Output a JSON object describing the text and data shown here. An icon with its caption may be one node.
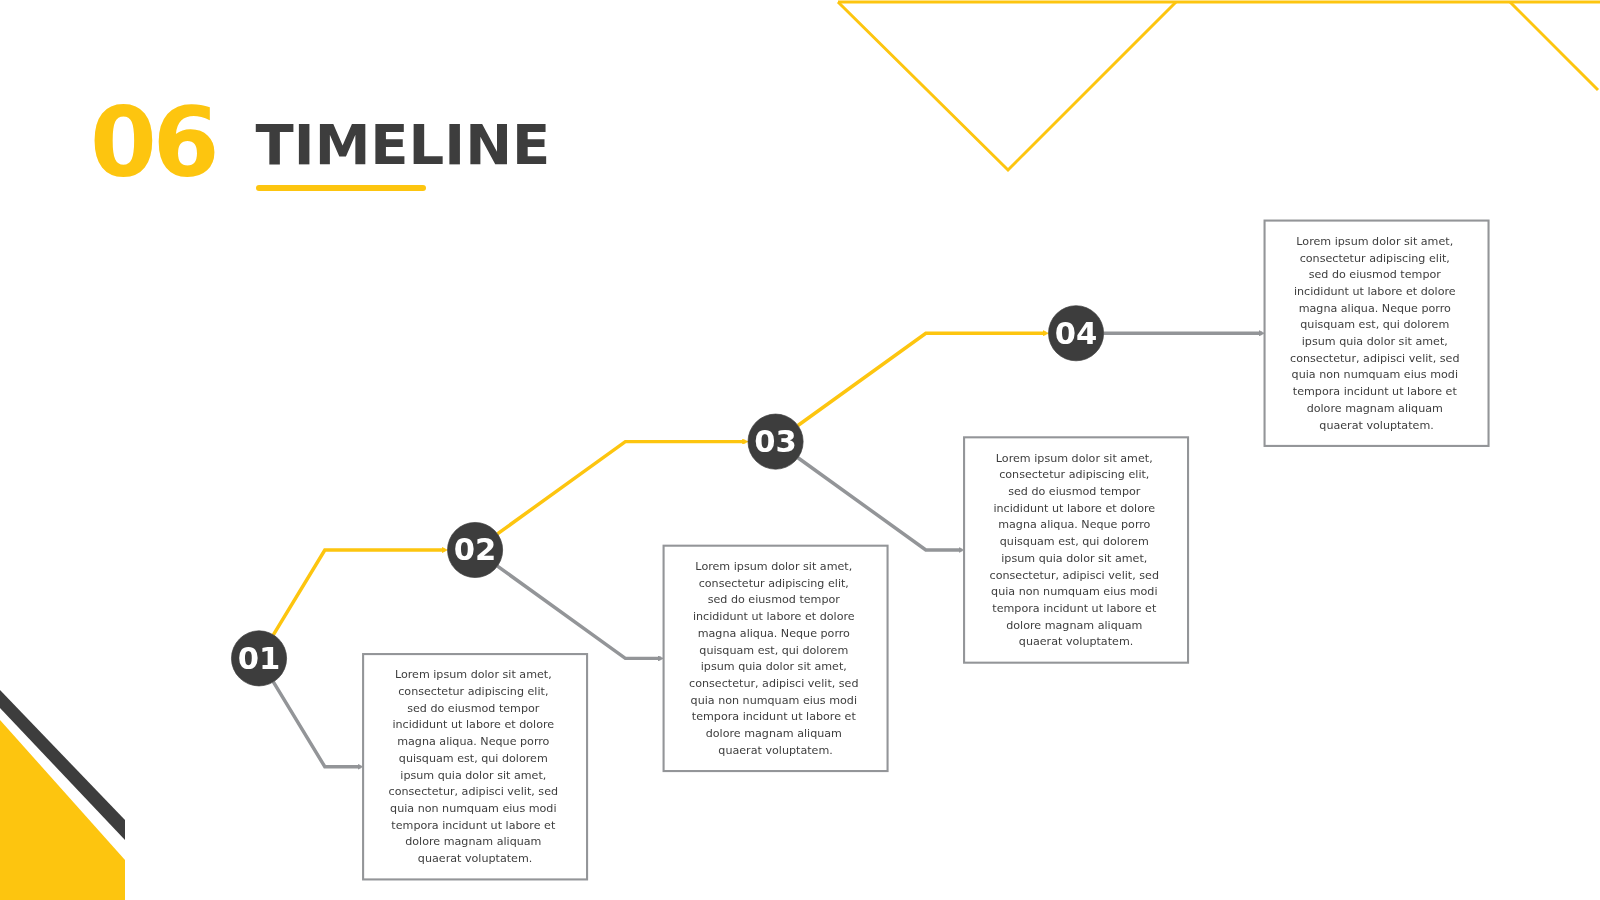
{
  "diagram": {
    "title": "TIMELINE",
    "nodes": [
      {
        "text": [
          "01"
        ]
      },
      {
        "text": [
          "02"
        ]
      },
      {
        "text": [
          "03"
        ]
      },
      {
        "text": [
          "04"
        ]
      },
      {
        "text": [
          "Lorem ipsum dolor sit amet, consectetur adipiscing elit, sed do eiusmod tempor incididunt ut labore et dolore magna aliqua. Neque porro quisquam est, qui dolorem ipsum quia dolor sit amet, consectetur, adipisci velit, sed quia non numquam eius modi tempora incidunt ut labore et dolore magnam aliquam quaerat voluptatem."
        ]
      },
      {
        "text": [
          "Lorem ipsum dolor sit amet, consectetur adipiscing elit, sed do eiusmod tempor incididunt ut labore et dolore magna aliqua. Neque porro quisquam est, qui dolorem ipsum quia dolor sit amet, consectetur, adipisci velit, sed quia non numquam eius modi tempora incidunt ut labore et dolore magnam aliquam quaerat voluptatem."
        ]
      },
      {
        "text": [
          "Lorem ipsum dolor sit amet, consectetur adipiscing elit, sed do eiusmod tempor incididunt ut labore et dolore magna aliqua. Neque porro quisquam est, qui dolorem ipsum quia dolor sit amet, consectetur, adipisci velit, sed quia non numquam eius modi tempora incidunt ut labore et dolore magnam aliquam quaerat voluptatem."
        ]
      },
      {
        "text": [
          "Lorem ipsum dolor sit amet, consectetur adipiscing elit, sed do eiusmod tempor incididunt ut labore et dolore magna aliqua. Neque porro quisquam est, qui dolorem ipsum quia dolor sit amet, consectetur, adipisci velit, sed quia non numquam eius modi tempora incidunt ut labore et dolore magnam aliquam quaerat voluptatem."
        ]
      }
    ],
    "edges": [
      {
        "from": 0,
        "to": 1,
        "arrow": "to",
        "color": "#fdc50f"
      },
      {
        "from": 1,
        "to": 2,
        "arrow": "to",
        "color": "#fdc50f"
      },
      {
        "from": 2,
        "to": 3,
        "arrow": "to",
        "color": "#fdc50f"
      },
      {
        "from": 0,
        "to": 4,
        "arrow": "to"
      },
      {
        "from": 1,
        "to": 5,
        "arrow": "to"
      },
      {
        "from": 2,
        "to": 6,
        "arrow": "to"
      },
      {
        "from": 3,
        "to": 7,
        "arrow": "to"
      }
    ],
    "labels": [
      "06"
    ]
  }
}
